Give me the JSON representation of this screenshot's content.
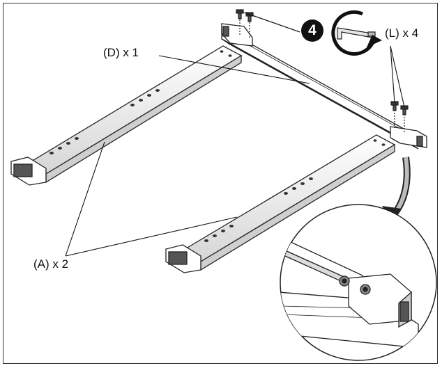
{
  "labels": {
    "part_d": "(D) x 1",
    "part_l": "(L) x 4",
    "part_a": "(A) x 2"
  },
  "step": {
    "number": "4"
  },
  "icons": {
    "tool": "allen-key-icon",
    "rotation": "clockwise-arrow-icon"
  },
  "colors": {
    "line": "#222222",
    "fill": "#ffffff",
    "shade": "#d8d8d8"
  }
}
